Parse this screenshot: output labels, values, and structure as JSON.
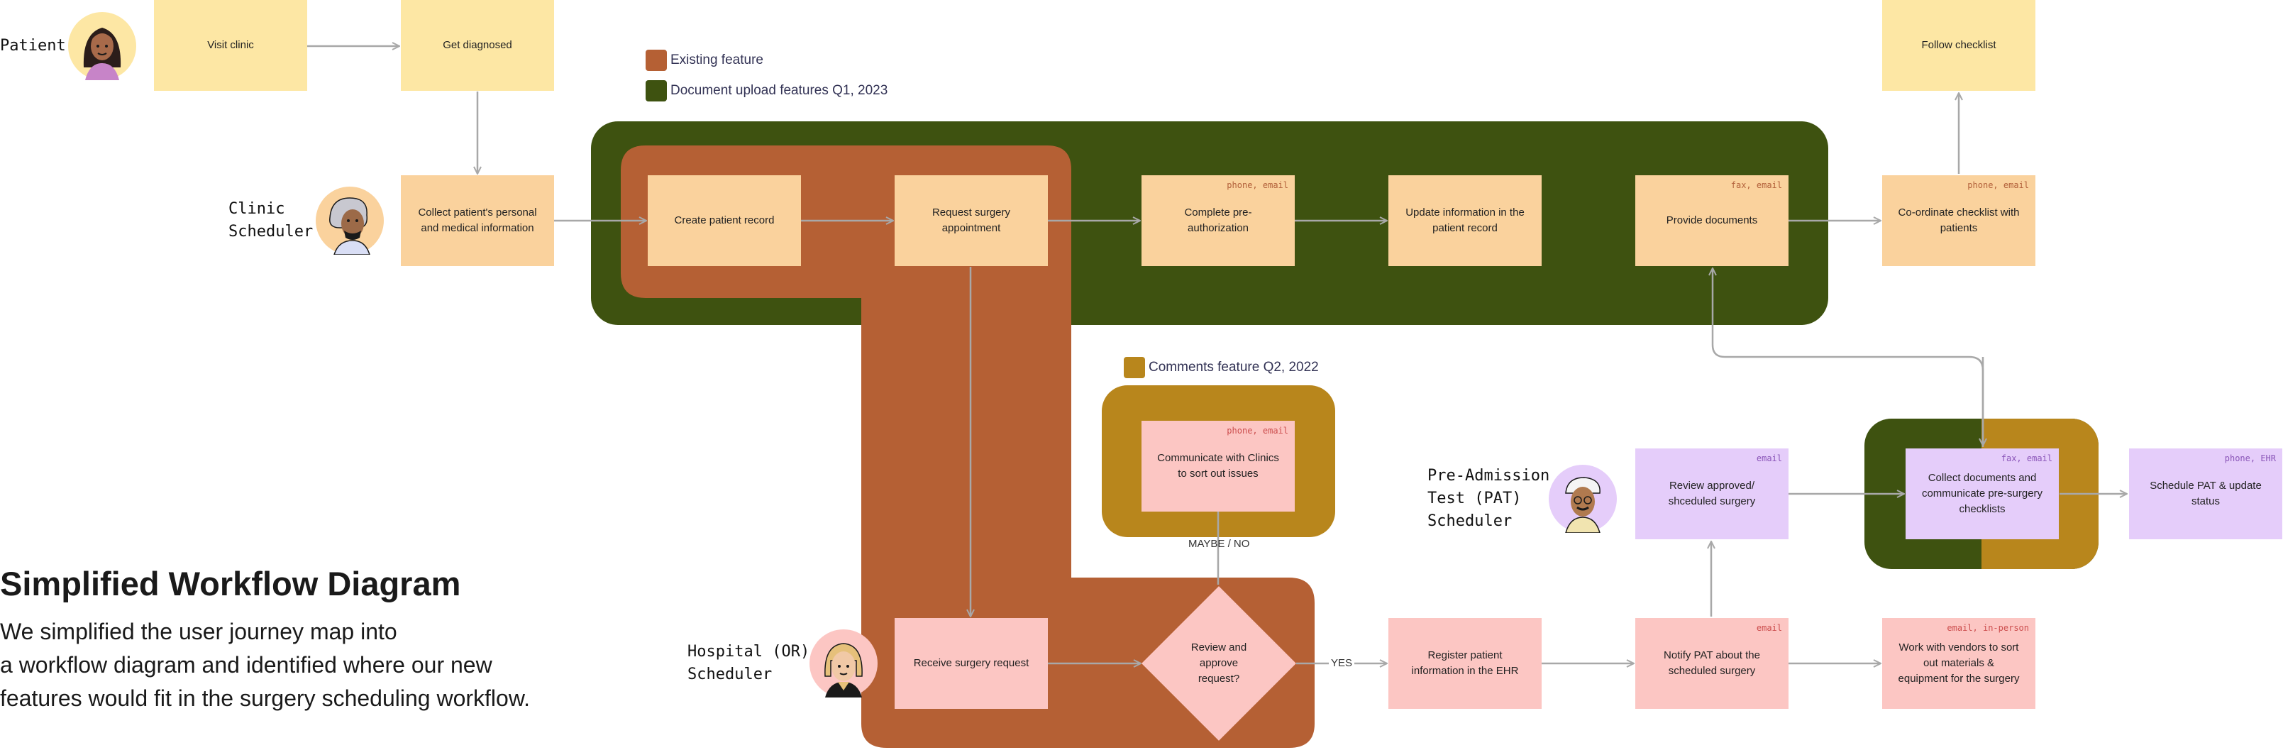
{
  "colors": {
    "existing_feature": "#b56034",
    "document_upload": "#3e5210",
    "comments_feature": "#b8861c",
    "yellow_box": "#fde7a4",
    "orange_box": "#fad29d",
    "pink_box": "#fcc6c3",
    "purple_box": "#e5cdfa",
    "arrow": "#a8a8a8"
  },
  "legend": {
    "existing_feature": "Existing feature",
    "document_upload": "Document upload features Q1, 2023",
    "comments_feature": "Comments feature Q2, 2022"
  },
  "actors": {
    "patient": "Patient",
    "clinic_scheduler": [
      "Clinic",
      "Scheduler"
    ],
    "hospital_scheduler": [
      "Hospital (OR)",
      "Scheduler"
    ],
    "pat_scheduler": [
      "Pre-Admission",
      "Test (PAT)",
      "Scheduler"
    ]
  },
  "nodes": {
    "visit_clinic": {
      "label": "Visit clinic"
    },
    "get_diagnosed": {
      "label": "Get diagnosed"
    },
    "follow_checklist": {
      "label": "Follow checklist"
    },
    "collect_patient_info": {
      "label": "Collect patient's personal and medical information"
    },
    "create_patient_record": {
      "label": "Create patient record"
    },
    "request_surgery_appointment": {
      "label": "Request surgery appointment"
    },
    "complete_preauth": {
      "label": "Complete pre-authorization",
      "tag": "phone, email"
    },
    "update_patient_record": {
      "label": "Update information in the patient record"
    },
    "provide_documents": {
      "label": "Provide documents",
      "tag": "fax, email"
    },
    "coordinate_checklist": {
      "label": "Co-ordinate checklist with patients",
      "tag": "phone, email"
    },
    "communicate_clinics": {
      "label": "Communicate with Clinics to sort out issues",
      "tag": "phone, email"
    },
    "receive_surgery_request": {
      "label": "Receive surgery request"
    },
    "review_approve": {
      "label": "Review and approve request?"
    },
    "register_patient_ehr": {
      "label": "Register patient information in the EHR"
    },
    "notify_pat": {
      "label": "Notify PAT about the scheduled surgery",
      "tag": "email"
    },
    "work_with_vendors": {
      "label": "Work with vendors to sort out materials & equipment for the surgery",
      "tag": "email, in-person"
    },
    "review_approved_scheduled": {
      "label": "Review approved/ shceduled surgery",
      "tag": "email"
    },
    "collect_documents": {
      "label": "Collect documents and communicate pre-surgery checklists",
      "tag": "fax, email"
    },
    "schedule_pat": {
      "label": "Schedule PAT & update status",
      "tag": "phone, EHR"
    }
  },
  "edge_labels": {
    "maybe_no": "MAYBE / NO",
    "yes": "YES"
  },
  "heading": {
    "title": "Simplified Workflow Diagram",
    "description": [
      "We simplified the user journey map into",
      "a workflow diagram and identified where our new",
      "features would fit in the surgery scheduling workflow."
    ]
  }
}
